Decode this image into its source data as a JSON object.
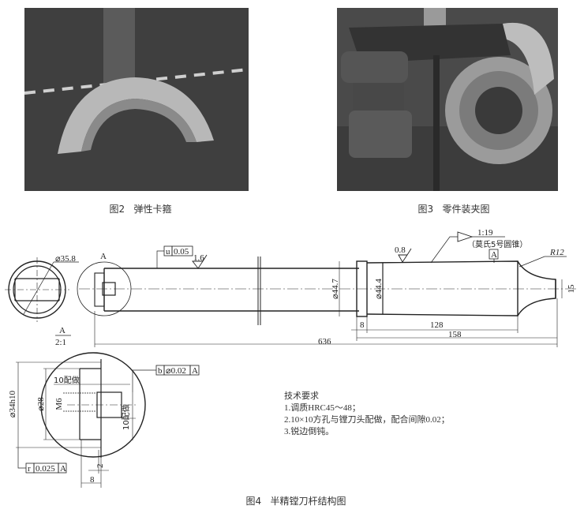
{
  "figures": {
    "fig2": {
      "caption": "图2   弹性卡箍",
      "subject": "half-ring elastic clamp photo"
    },
    "fig3": {
      "caption": "图3   零件装夹图",
      "subject": "part clamping fixture photo"
    },
    "fig4": {
      "caption": "图4   半精镗刀杆结构图"
    }
  },
  "drawing": {
    "end_view": {
      "diameter": "⌀35.8"
    },
    "detail_ref": {
      "label": "A",
      "scale_label": "A",
      "scale": "2:1"
    },
    "main_view": {
      "runout_symbol": "u",
      "runout_value": "0.05",
      "roughness_shank": "1.6",
      "roughness_taper": "0.8",
      "dia_collar": "⌀44.7",
      "dia_taper": "⌀44.4",
      "taper_ratio": "1:19",
      "taper_note": "（莫氏5号圆锥）",
      "datum": "A",
      "radius": "R12",
      "tang_width": "15",
      "len_collar": "8",
      "len_taper": "128",
      "len_tail": "158",
      "len_total": "636"
    },
    "detail_view": {
      "label_top": "10配做",
      "label_side": "10配做",
      "thread": "M6",
      "dia_inner": "⌀28",
      "dia_outer": "⌀34h10",
      "position_symbol": "b",
      "position_value": "⌀0.02",
      "position_datum": "A",
      "runout_symbol": "r",
      "runout_value": "0.025",
      "runout_datum": "A",
      "depth_small": "2",
      "depth_large": "8"
    }
  },
  "tech_requirements": {
    "title": "技术要求",
    "items": [
      "1.调质HRC45～48；",
      "2.10×10方孔与镗刀头配做，配合间隙0.02；",
      "3.锐边倒钝。"
    ]
  }
}
